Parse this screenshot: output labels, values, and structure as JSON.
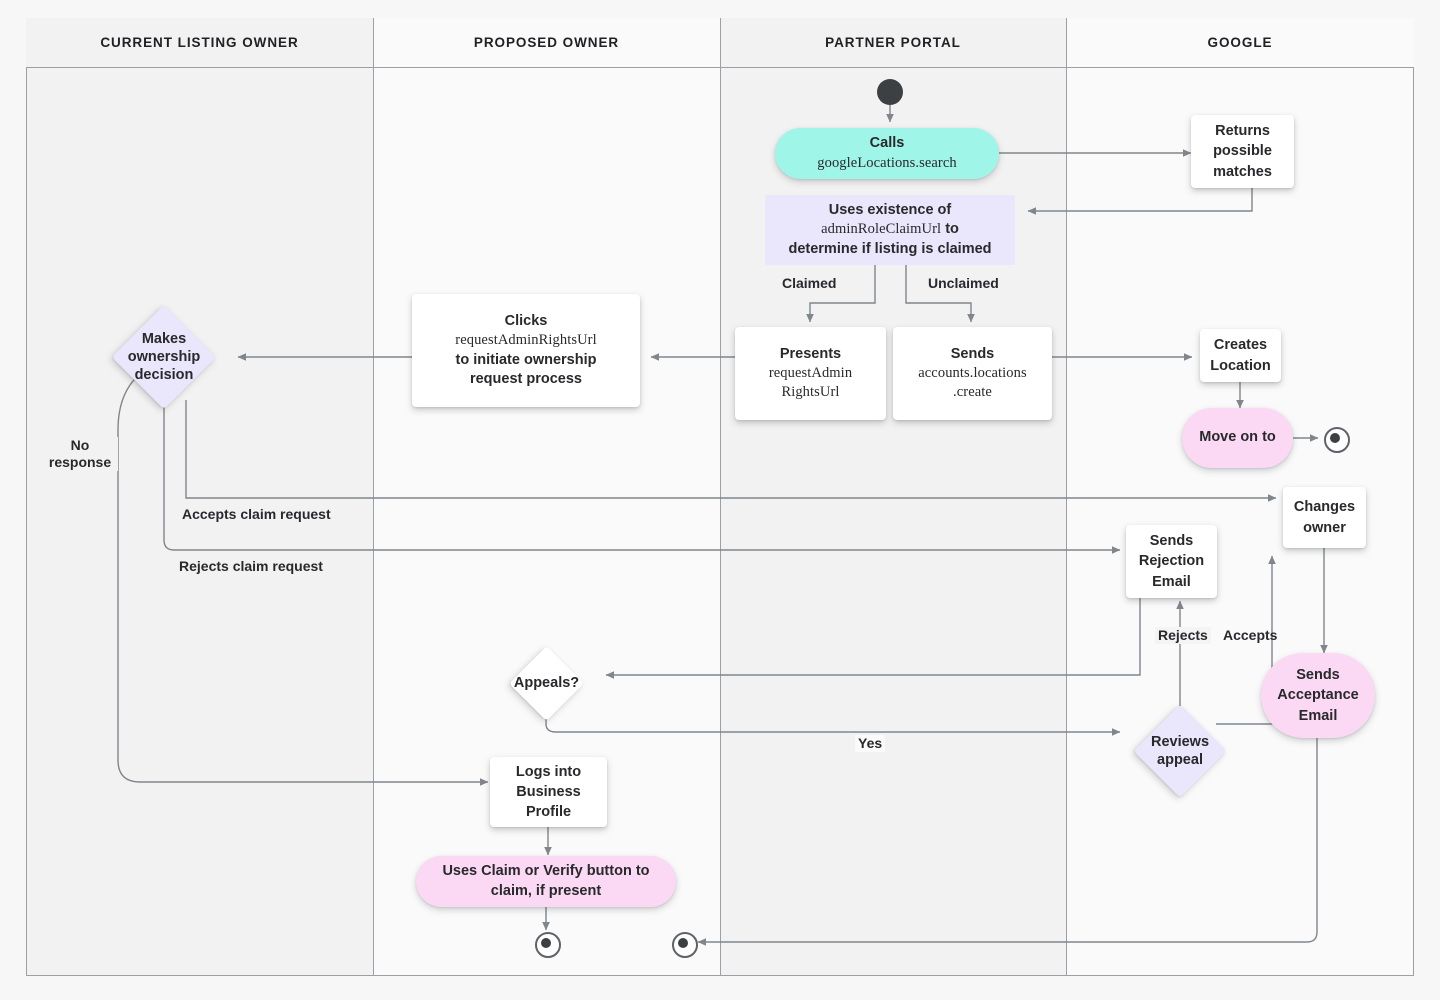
{
  "diagram": {
    "title": "Business Profile listing ownership transfer flow",
    "type": "swimlane-flowchart",
    "colors": {
      "canvas": "#f7f7f7",
      "lane_alt": "#f2f2f2",
      "lane_border": "#9aa0a6",
      "edge": "#80868b",
      "text": "#28292b",
      "api_call": "#9ff5e8",
      "decision_lavender": "#eae6fb",
      "note_lavender": "#eae6fb",
      "pink": "#fbd9f4",
      "white": "#ffffff"
    }
  },
  "lanes": [
    {
      "id": "current-listing-owner",
      "label": "CURRENT LISTING OWNER"
    },
    {
      "id": "proposed-owner",
      "label": "PROPOSED OWNER"
    },
    {
      "id": "partner-portal",
      "label": "PARTNER PORTAL"
    },
    {
      "id": "google",
      "label": "GOOGLE"
    }
  ],
  "nodes": {
    "start": {
      "label": "",
      "shape": "start-node",
      "lane": "partner-portal"
    },
    "calls_search": {
      "line1": "Calls",
      "line2": "googleLocations.search",
      "shape": "stadium",
      "color": "#9ff5e8",
      "lane": "partner-portal"
    },
    "returns_matches": {
      "label": "Returns possible matches",
      "shape": "rect",
      "color": "#ffffff",
      "lane": "google"
    },
    "uses_existence": {
      "line1": "Uses existence of",
      "line2": "adminRoleClaimUrl",
      "line2_suffix": "to",
      "line3": "determine if listing is claimed",
      "shape": "plate",
      "color": "#eae6fb",
      "lane": "partner-portal"
    },
    "presents_url": {
      "line1": "Presents",
      "line2": "requestAdmin",
      "line3": "RightsUrl",
      "shape": "rect",
      "color": "#ffffff",
      "lane": "partner-portal"
    },
    "sends_create": {
      "line1": "Sends",
      "line2": "accounts.locations",
      "line3": ".create",
      "shape": "rect",
      "color": "#ffffff",
      "lane": "partner-portal"
    },
    "creates_location": {
      "label": "Creates Location",
      "shape": "rect",
      "color": "#ffffff",
      "lane": "google"
    },
    "move_on_to": {
      "label": "Move on to",
      "shape": "stadium",
      "color": "#fbd9f4",
      "lane": "google"
    },
    "clicks_url": {
      "line1": "Clicks",
      "line2": "requestAdminRightsUrl",
      "line3": "to initiate ownership",
      "line4": "request process",
      "shape": "rect",
      "color": "#ffffff",
      "lane": "proposed-owner"
    },
    "makes_decision": {
      "label": "Makes ownership decision",
      "shape": "diamond",
      "color": "#eae6fb",
      "lane": "current-listing-owner"
    },
    "changes_owner": {
      "label": "Changes owner",
      "shape": "rect",
      "color": "#ffffff",
      "lane": "google"
    },
    "sends_rejection": {
      "label": "Sends Rejection Email",
      "shape": "rect",
      "color": "#ffffff",
      "lane": "google"
    },
    "sends_acceptance": {
      "label": "Sends Acceptance Email",
      "shape": "stadium",
      "color": "#fbd9f4",
      "lane": "google"
    },
    "reviews_appeal": {
      "label": "Reviews appeal",
      "shape": "diamond",
      "color": "#eae6fb",
      "lane": "google"
    },
    "appeals": {
      "label": "Appeals?",
      "shape": "diamond",
      "color": "#ffffff",
      "lane": "proposed-owner"
    },
    "logs_into": {
      "label": "Logs into Business Profile",
      "shape": "rect",
      "color": "#ffffff",
      "lane": "proposed-owner"
    },
    "uses_claim_btn": {
      "label": "Uses Claim or Verify button to claim, if present",
      "shape": "stadium",
      "color": "#fbd9f4",
      "lane": "proposed-owner"
    },
    "end_proposed": {
      "label": "",
      "shape": "end-node",
      "lane": "proposed-owner"
    },
    "end_partner": {
      "label": "",
      "shape": "end-node",
      "lane": "partner-portal"
    },
    "end_google": {
      "label": "",
      "shape": "end-node",
      "lane": "google"
    }
  },
  "node_text": {
    "calls_title": "Calls",
    "calls_api": "googleLocations.search",
    "returns_l1": "Returns",
    "returns_l2": "possible",
    "returns_l3": "matches",
    "uses_l1": "Uses existence of",
    "uses_api": "adminRoleClaimUrl",
    "uses_l2tail": " to",
    "uses_l3": "determine if listing is claimed",
    "presents_title": "Presents",
    "presents_api1": "requestAdmin",
    "presents_api2": "RightsUrl",
    "sends_title": "Sends",
    "sends_api1": "accounts.locations",
    "sends_api2": ".create",
    "creates_l1": "Creates",
    "creates_l2": "Location",
    "move_on": "Move on to",
    "clicks_title": "Clicks",
    "clicks_api": "requestAdminRightsUrl",
    "clicks_l3": "to initiate ownership",
    "clicks_l4": "request process",
    "makes_l1": "Makes",
    "makes_l2": "ownership",
    "makes_l3": "decision",
    "changes_l1": "Changes",
    "changes_l2": "owner",
    "rej_l1": "Sends",
    "rej_l2": "Rejection",
    "rej_l3": "Email",
    "acc_l1": "Sends",
    "acc_l2": "Acceptance",
    "acc_l3": "Email",
    "review_l1": "Reviews",
    "review_l2": "appeal",
    "appeals": "Appeals?",
    "logs_l1": "Logs into",
    "logs_l2": "Business",
    "logs_l3": "Profile",
    "claim_l1": "Uses Claim or Verify button to",
    "claim_l2": "claim, if present"
  },
  "edge_labels": {
    "claimed": "Claimed",
    "unclaimed": "Unclaimed",
    "no_response_l1": "No",
    "no_response_l2": "response",
    "accepts_claim": "Accepts claim request",
    "rejects_claim": "Rejects claim request",
    "rejects": "Rejects",
    "accepts": "Accepts",
    "yes": "Yes"
  },
  "edges": [
    {
      "from": "start",
      "to": "calls_search",
      "label": ""
    },
    {
      "from": "calls_search",
      "to": "returns_matches",
      "label": ""
    },
    {
      "from": "returns_matches",
      "to": "uses_existence",
      "label": ""
    },
    {
      "from": "uses_existence",
      "to": "presents_url",
      "label": "Claimed"
    },
    {
      "from": "uses_existence",
      "to": "sends_create",
      "label": "Unclaimed"
    },
    {
      "from": "presents_url",
      "to": "clicks_url",
      "label": ""
    },
    {
      "from": "sends_create",
      "to": "creates_location",
      "label": ""
    },
    {
      "from": "creates_location",
      "to": "move_on_to",
      "label": ""
    },
    {
      "from": "move_on_to",
      "to": "end_google",
      "label": ""
    },
    {
      "from": "clicks_url",
      "to": "makes_decision",
      "label": ""
    },
    {
      "from": "makes_decision",
      "to": "changes_owner",
      "label": "Accepts claim request"
    },
    {
      "from": "makes_decision",
      "to": "sends_rejection",
      "label": "Rejects claim request"
    },
    {
      "from": "makes_decision",
      "to": "logs_into",
      "label": "No response"
    },
    {
      "from": "changes_owner",
      "to": "sends_acceptance",
      "label": ""
    },
    {
      "from": "sends_rejection",
      "to": "appeals",
      "label": ""
    },
    {
      "from": "appeals",
      "to": "reviews_appeal",
      "label": "Yes"
    },
    {
      "from": "reviews_appeal",
      "to": "sends_rejection",
      "label": "Rejects"
    },
    {
      "from": "reviews_appeal",
      "to": "changes_owner",
      "label": "Accepts"
    },
    {
      "from": "sends_acceptance",
      "to": "end_partner",
      "label": ""
    },
    {
      "from": "logs_into",
      "to": "uses_claim_btn",
      "label": ""
    },
    {
      "from": "uses_claim_btn",
      "to": "end_proposed",
      "label": ""
    }
  ]
}
